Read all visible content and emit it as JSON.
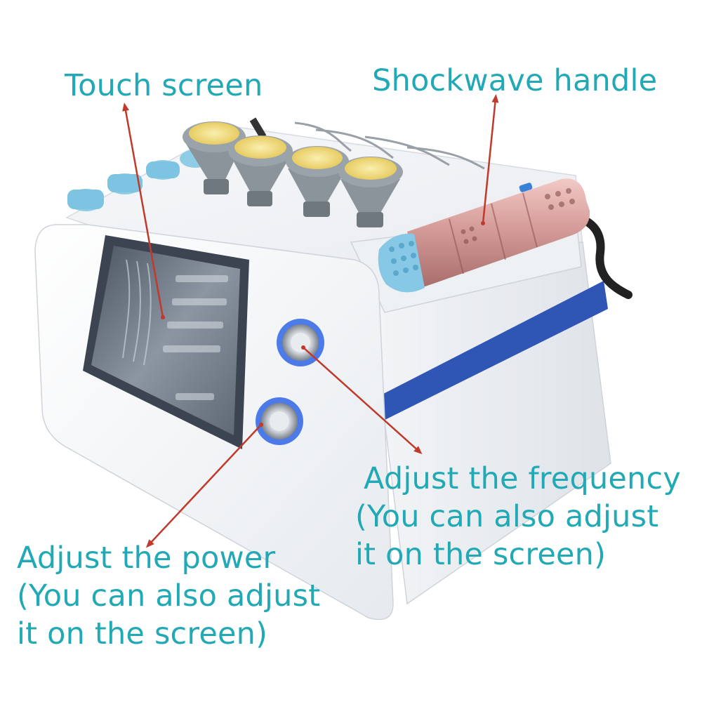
{
  "labels": {
    "touch_screen": "Touch screen",
    "shockwave_handle": "Shockwave handle",
    "frequency": {
      "line1": "Adjust the frequency",
      "line2": "(You can also adjust",
      "line3": "it on the screen)"
    },
    "power": {
      "line1": "Adjust the power",
      "line2": "(You can also adjust",
      "line3": "it on the screen)"
    }
  },
  "colors": {
    "label_text": "#22a9b6",
    "arrow": "#c0392b",
    "stripe": "#2f55b5",
    "device_body": "#f4f6f8",
    "handle": "#d9a2a0",
    "handle_tip": "#86c8e6",
    "pad": "#f0dc7c",
    "knob_ring": "#3a6ee8"
  }
}
